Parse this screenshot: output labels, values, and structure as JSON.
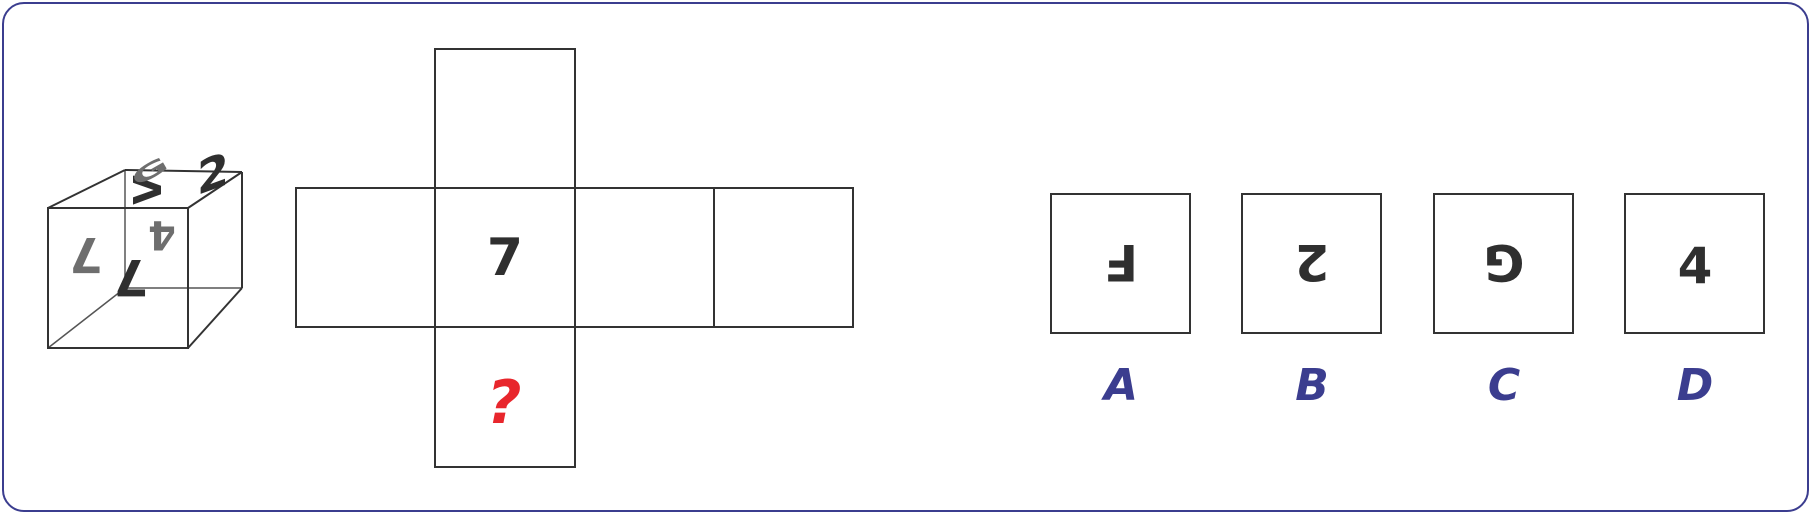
{
  "cube": {
    "front_face": "7",
    "left_face": "7",
    "top_face": "V",
    "right_face": "2",
    "back_face": "4",
    "bottom_face": "G"
  },
  "net": {
    "center": "7",
    "unknown": "?"
  },
  "options": [
    {
      "label": "A",
      "glyph": "F"
    },
    {
      "label": "B",
      "glyph": "2"
    },
    {
      "label": "C",
      "glyph": "G"
    },
    {
      "label": "D",
      "glyph": "4"
    }
  ],
  "colors": {
    "frame": "#3b3d8f",
    "line": "#333333",
    "question": "#e8262c",
    "label": "#3b3d8f",
    "faded": "#6e6e6e"
  }
}
